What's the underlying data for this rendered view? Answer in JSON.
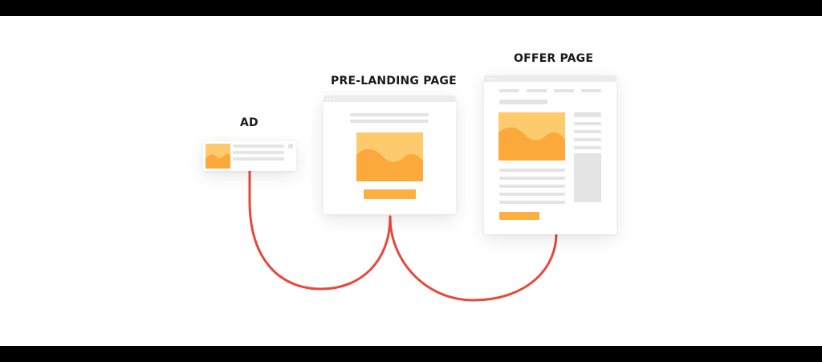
{
  "labels": {
    "ad": "AD",
    "pre_landing": "PRE-LANDING PAGE",
    "offer": "OFFER PAGE"
  },
  "colors": {
    "background": "#ffffff",
    "letterbox": "#000000",
    "connector": "#e8473a",
    "image_light": "#fdca6e",
    "image_dark": "#fba93b",
    "placeholder_gray": "#e4e4e4"
  },
  "icons": [
    "image-icon",
    "window-dots-icon",
    "close-icon"
  ]
}
